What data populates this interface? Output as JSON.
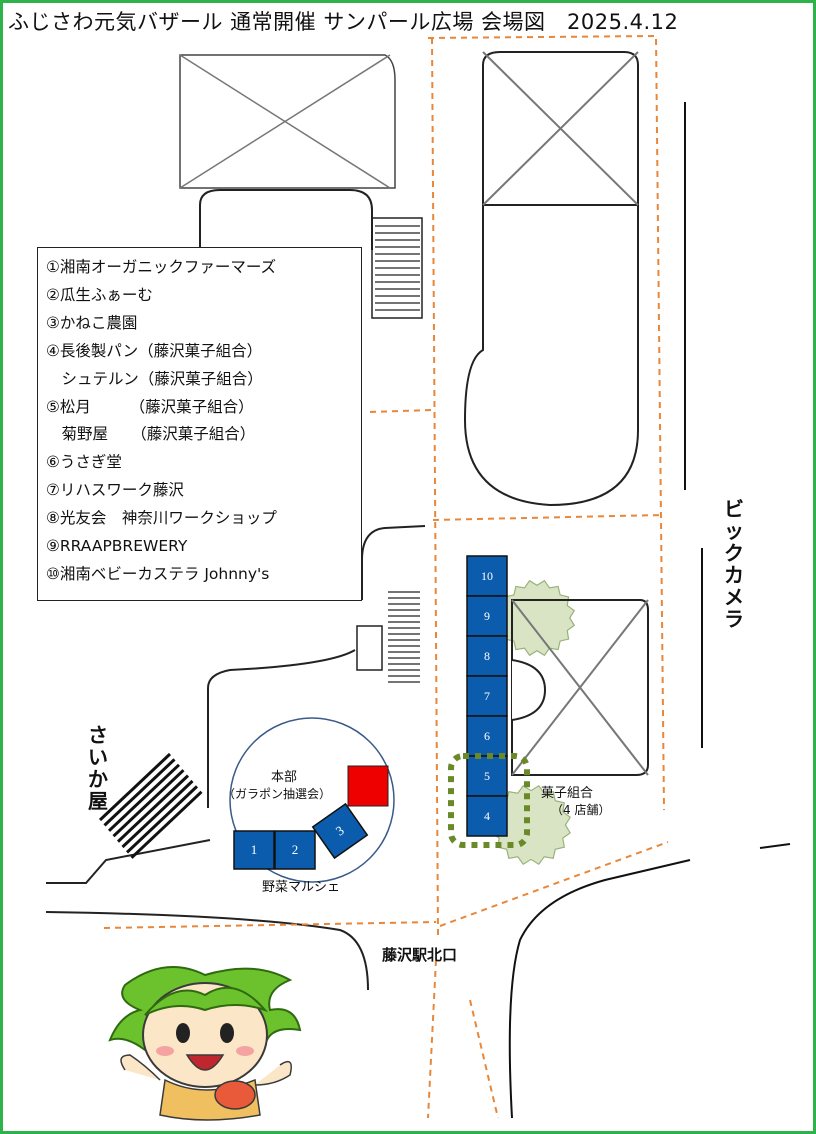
{
  "title": "ふじさわ元気バザール 通常開催 サンパール広場 会場図　2025.4.12",
  "legend": [
    "①湘南オーガニックファーマーズ",
    "②瓜生ふぁーむ",
    "③かねこ農園",
    "④長後製パン（藤沢菓子組合）",
    "　シュテルン（藤沢菓子組合）",
    "⑤松月　　　（藤沢菓子組合）",
    "　菊野屋　　（藤沢菓子組合）",
    "⑥うさぎ堂",
    "⑦リハスワーク藤沢",
    "⑧光友会　神奈川ワークショップ",
    "⑨RRAAPBREWERY",
    "⑩湘南ベビーカステラ Johnny's"
  ],
  "labels": {
    "bic_camera": "ビックカメラ",
    "saikaya": "さいか屋",
    "honbu": "本部",
    "gara": "（ガラポン抽選会）",
    "yasai": "野菜マルシェ",
    "kashi": "菓子組合",
    "kashi_sub": "（4 店舗）",
    "station": "藤沢駅北口"
  },
  "booths_column": [
    "10",
    "9",
    "8",
    "7",
    "6",
    "5",
    "4"
  ],
  "booths_left": [
    "1",
    "2",
    "3"
  ],
  "colors": {
    "booth": "#0b5cad",
    "honbu_booth": "#ee0000",
    "walkway": "#e8873a",
    "tree": "#d9e4c4",
    "highlight": "#6a8a2a",
    "frame": "#2db34a"
  }
}
